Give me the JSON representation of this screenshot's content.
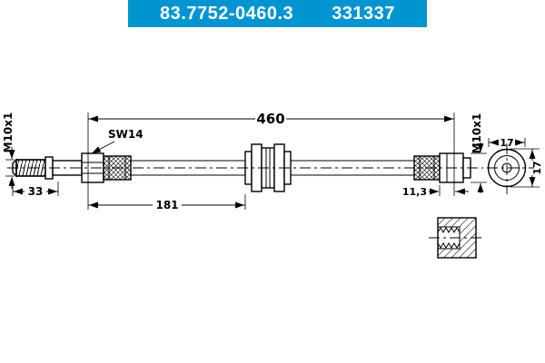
{
  "header": {
    "part_number": "83.7752-0460.3",
    "ref_number": "331337",
    "accent_color": "#0095d0"
  },
  "labels": {
    "overall_length": "460",
    "thread_left": "M10x1",
    "thread_right": "M10x1",
    "hex": "SW14",
    "stud_length": "33",
    "free_length": "181",
    "end_offset": "11,3",
    "end_width": "17",
    "end_height": "17"
  }
}
